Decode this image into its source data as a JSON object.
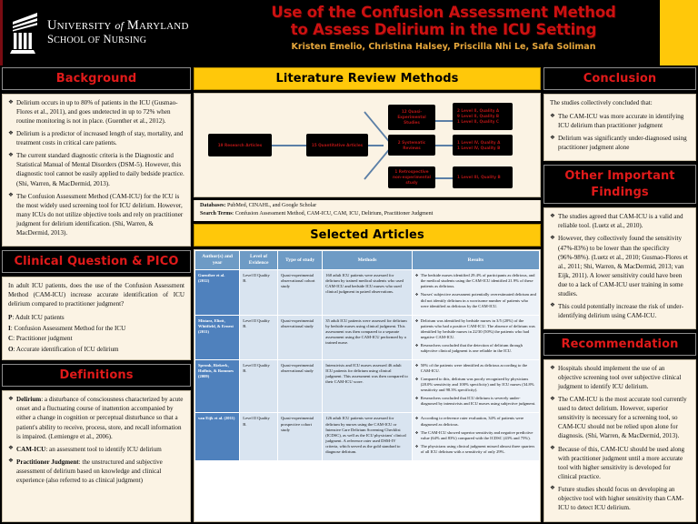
{
  "header": {
    "university_line1_pre": "U",
    "university": "NIVERSITY",
    "of": "of",
    "maryland": "MARYLAND",
    "school_line": "SCHOOL OF NURSING",
    "title_line1": "Use of the Confusion Assessment Method",
    "title_line2": "to Assess Delirium in the ICU Setting",
    "authors": "Kristen Emelio, Christina Halsey, Priscilla Nhi Le, Safa Soliman",
    "logo_name": "university-of-maryland-school-of-nursing-logo"
  },
  "colors": {
    "accent_red": "#cc1111",
    "accent_yellow": "#FFC80A",
    "header_blue": "#6E9BC5",
    "author_cell_blue": "#4F81BD",
    "panel_cream": "#FBF3E4"
  },
  "background": {
    "heading": "Background",
    "bullets": [
      "Delirium occurs in up to 80% of patients in the ICU (Gusmao-Flores et al., 2011), and goes undetected in up to 72% when routine monitoring is not in place. (Guenther et al., 2012).",
      "Delirium is a predictor of increased length of stay, mortality, and treatment costs in critical care patients.",
      "The current standard diagnostic criteria is the Diagnostic and Statistical Manual of Mental Disorders (DSM-5). However, this diagnostic tool cannot be easily applied to daily bedside practice. (Shi, Warren, & MacDermid, 2013).",
      "The Confusion Assessment Method (CAM-ICU) for the ICU is the most widely used screening tool for ICU delirium. However, many ICUs do not utilize objective tools and rely on practitioner judgment for delirium identification. (Shi, Warren, & MacDermid, 2013)."
    ]
  },
  "clinical_question": {
    "heading": "Clinical Question & PICO",
    "question": "In adult ICU patients, does the use of the Confusion Assessment Method (CAM-ICU) increase accurate identification of ICU delirium compared to practitioner judgment?",
    "pico": [
      {
        "letter": "P",
        "text": "Adult ICU patients"
      },
      {
        "letter": "I",
        "text": "Confusion Assessment Method for the ICU"
      },
      {
        "letter": "C",
        "text": "Practitioner judgment"
      },
      {
        "letter": "O",
        "text": "Accurate identification of ICU delirium"
      }
    ]
  },
  "definitions": {
    "heading": "Definitions",
    "items": [
      {
        "term": "Delirium",
        "text": ": a disturbance of consciousness characterized by acute onset and a fluctuating course of inattention accompanied by either a change in cognition or perceptual disturbance so that a patient's ability to receive, process, store, and recall information is impaired. (Lemiengre et al., 2006)."
      },
      {
        "term": "CAM-ICU",
        "text": ": an assessment tool to identify ICU delirium"
      },
      {
        "term": "Practitioner Judgment",
        "text": ": the unstructured and subjective assessment of delirium based on knowledge and clinical experience (also referred to as clinical judgment)"
      }
    ]
  },
  "literature_review": {
    "heading": "Literature Review Methods",
    "flow": {
      "research_articles": "19 Research Articles",
      "quantitative_articles": "15 Quantitative Articles",
      "branches": [
        {
          "label": "12 Quasi-Experimental Studies",
          "levels": [
            "2 Level II, Quality A",
            "9 Level II, Quality B",
            "1 Level II, Quality C"
          ]
        },
        {
          "label": "2 Systematic Reviews",
          "levels": [
            "1 Level IV, Quality A",
            "1 Level IV, Quality B"
          ]
        },
        {
          "label": "1 Retrospective non-experimental study",
          "levels": [
            "1 Level III, Quality B"
          ]
        }
      ]
    },
    "databases_label": "Databases:",
    "databases_value": "PubMed, CINAHL, and Google Scholar",
    "search_terms_label": "Search Terms",
    "search_terms_value": ": Confusion Assessment Method, CAM-ICU, CAM, ICU, Delirium, Practitioner Judgment"
  },
  "selected_articles": {
    "heading": "Selected Articles",
    "columns": [
      "Author(s) and year",
      "Level of Evidence",
      "Type of study",
      "Methods",
      "Results"
    ],
    "rows": [
      {
        "author": "Guenther et al. (2012)",
        "level": "Level II Quality B.",
        "type": "Quasi-experimental observational cohort study",
        "methods": "160 adult ICU patients were assessed for delirium by trained medical students who used CAM-ICU and bedside ICU nurses who used clinical judgment in paired observations.",
        "results": [
          "The bedside nurses identified 29.4% of participants as delirious, and the medical students using the CAM-ICU identified 21.9% of these patients as delirious.",
          "Nurses' subjective assessment potentially overestimated delirium and did not identify delirium in a worrisome number of patients who were identified as delirious by the CAM-ICU."
        ]
      },
      {
        "author": "Mistarz, Eliott, Whitfield, & Ernest (2011)",
        "level": "Level II Quality B.",
        "type": "Quasi-experimental observational study",
        "methods": "35 adult ICU patients were assessed for delirium by bedside nurses using clinical judgment. This assessment was then compared to a separate assessment using the CAM-ICU performed by a trained nurse.",
        "results": [
          "Delirium was identified by bedside nurses in 3/5 (20%) of the patients who had a positive CAM-ICU. The absence of delirium was identified by bedside nurses in 22/30 (50%) the patients who had negative CAM-ICU.",
          "Researchers concluded that the detection of delirium through subjective clinical judgment is one reliable in the ICU."
        ]
      },
      {
        "author": "Spronk, Riekerk, Hoffnis, & Rommes (2009)",
        "level": "Level II Quality B.",
        "type": "Quasi-experimental observational study",
        "methods": "Intensivists and ICU nurses assessed 46 adult ICU patients for delirium using clinical judgment. This assessment was then compared to their CAM-ICU score.",
        "results": [
          "50% of the patients were identified as delirious according to the CAM-ICU.",
          "Compared to this, delirium was poorly recognized by physicians (28.0% sensitivity and 100% specificity) and by ICU nurses (34.8% sensitivity and 98.3% specificity).",
          "Researchers concluded that ICU delirium is severely under-diagnosed by intensivists and ICU nurses using subjective judgment."
        ]
      },
      {
        "author": "van Eijk et al. (2011)",
        "level": "Level II Quality B.",
        "type": "Quasi-experimental prospective cohort study",
        "methods": "126 adult ICU patients were assessed for delirium by nurses using the CAM-ICU or Intensive Care Delirium Screening Checklist (ICDSC), as well as the ICU physicians' clinical judgment. A reference rater used DSM-IV criteria, which served as the gold standard to diagnose delirium.",
        "results": [
          "According to reference rater evaluation, 34% of patients were diagnosed as delirious.",
          "The CAM-ICU showed superior sensitivity and negative predictive value (64% and 83%) compared with the ICDSC (43% and 75%).",
          "The physicians using clinical judgment missed almost three quarters of all ICU delirium with a sensitivity of only 29%."
        ]
      }
    ]
  },
  "conclusion": {
    "heading": "Conclusion",
    "intro": "The studies collectively concluded that:",
    "bullets": [
      "The CAM-ICU was more accurate in identifying ICU delirium than practitioner judgment",
      "Delirium was significantly under-diagnosed using practitioner judgment alone"
    ]
  },
  "other_findings": {
    "heading": "Other Important Findings",
    "bullets": [
      "The studies agreed that CAM-ICU is a valid and reliable tool. (Luetz et al., 2010).",
      "However, they collectively found the sensitivity (47%-83%) to be lower than the specificity (96%-98%). (Luetz et al., 2010; Gusmao-Flores et al., 2011; Shi, Warren, & MacDermid, 2013; van Eijk, 2011). A lower sensitivity could have been due to a lack of CAM-ICU user training in some studies.",
      "This could potentially increase the risk of under-identifying delirium using CAM-ICU."
    ]
  },
  "recommendation": {
    "heading": "Recommendation",
    "bullets": [
      "Hospitals should implement the use of an objective screening tool over subjective clinical judgment to identify ICU delirium.",
      "The CAM-ICU is the most accurate tool currently used to detect delirium. However, superior sensitivity is necessary for a screening tool, so CAM-ICU should not be relied upon alone for diagnosis. (Shi, Warren, & MacDermid, 2013).",
      "Because of this, CAM-ICU should be used along with practitioner judgment until a more accurate tool with higher sensitivity is developed for clinical practice.",
      "Future studies should focus on developing an objective tool with higher sensitivity than CAM-ICU to detect ICU delirium."
    ]
  }
}
